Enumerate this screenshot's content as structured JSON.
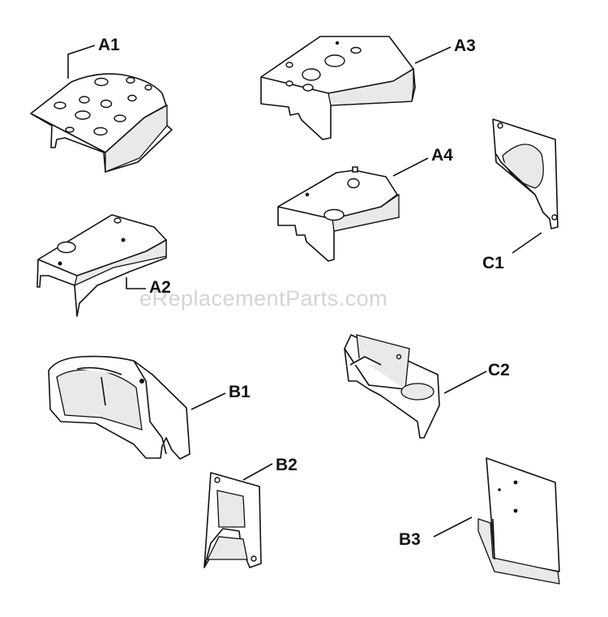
{
  "watermark": "eReplacementParts.com",
  "parts": [
    {
      "id": "A1",
      "label": "A1",
      "shape": "shroud-plate-many-holes"
    },
    {
      "id": "A2",
      "label": "A2",
      "shape": "shroud-plate-small"
    },
    {
      "id": "A3",
      "label": "A3",
      "shape": "shroud-plate"
    },
    {
      "id": "A4",
      "label": "A4",
      "shape": "shroud-plate"
    },
    {
      "id": "B1",
      "label": "B1",
      "shape": "curved-blower-housing"
    },
    {
      "id": "B2",
      "label": "B2",
      "shape": "side-baffle"
    },
    {
      "id": "B3",
      "label": "B3",
      "shape": "flat-baffle-plate"
    },
    {
      "id": "C1",
      "label": "C1",
      "shape": "cylinder-baffle"
    },
    {
      "id": "C2",
      "label": "C2",
      "shape": "cylinder-baffle"
    }
  ]
}
